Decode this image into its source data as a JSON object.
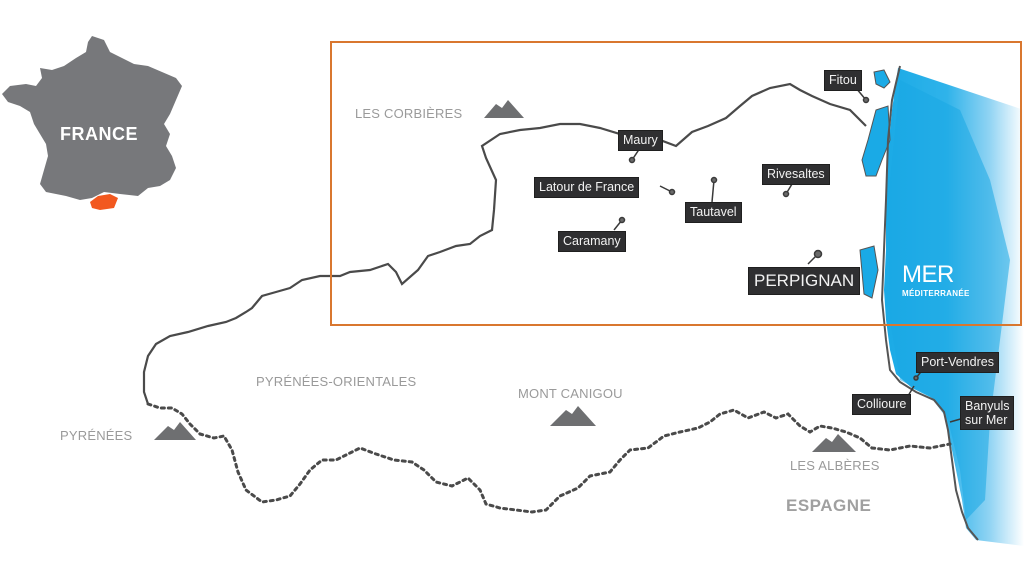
{
  "map": {
    "inset": {
      "country_label": "FRANCE",
      "country_color": "#77787b",
      "highlight_color": "#f2581f"
    },
    "zoom_frame_color": "#d9772f",
    "sea": {
      "title": "MER",
      "subtitle": "MÉDITERRANÉE",
      "color": "#1aaae6"
    },
    "regions": [
      {
        "label": "LES CORBIÈRES",
        "icon": "mountain-icon"
      },
      {
        "label": "PYRÉNÉES-ORIENTALES"
      },
      {
        "label": "MONT CANIGOU",
        "icon": "mountain-icon"
      },
      {
        "label": "PYRÉNÉES",
        "icon": "mountain-icon"
      },
      {
        "label": "LES ALBÈRES",
        "icon": "mountain-icon"
      }
    ],
    "country": {
      "label": "ESPAGNE"
    },
    "towns": [
      {
        "name": "Fitou"
      },
      {
        "name": "Maury"
      },
      {
        "name": "Latour de France"
      },
      {
        "name": "Rivesaltes"
      },
      {
        "name": "Tautavel"
      },
      {
        "name": "Caramany"
      },
      {
        "name": "PERPIGNAN"
      },
      {
        "name": "Port-Vendres"
      },
      {
        "name": "Collioure"
      },
      {
        "name": "Banyuls",
        "line2": "sur Mer"
      }
    ]
  }
}
